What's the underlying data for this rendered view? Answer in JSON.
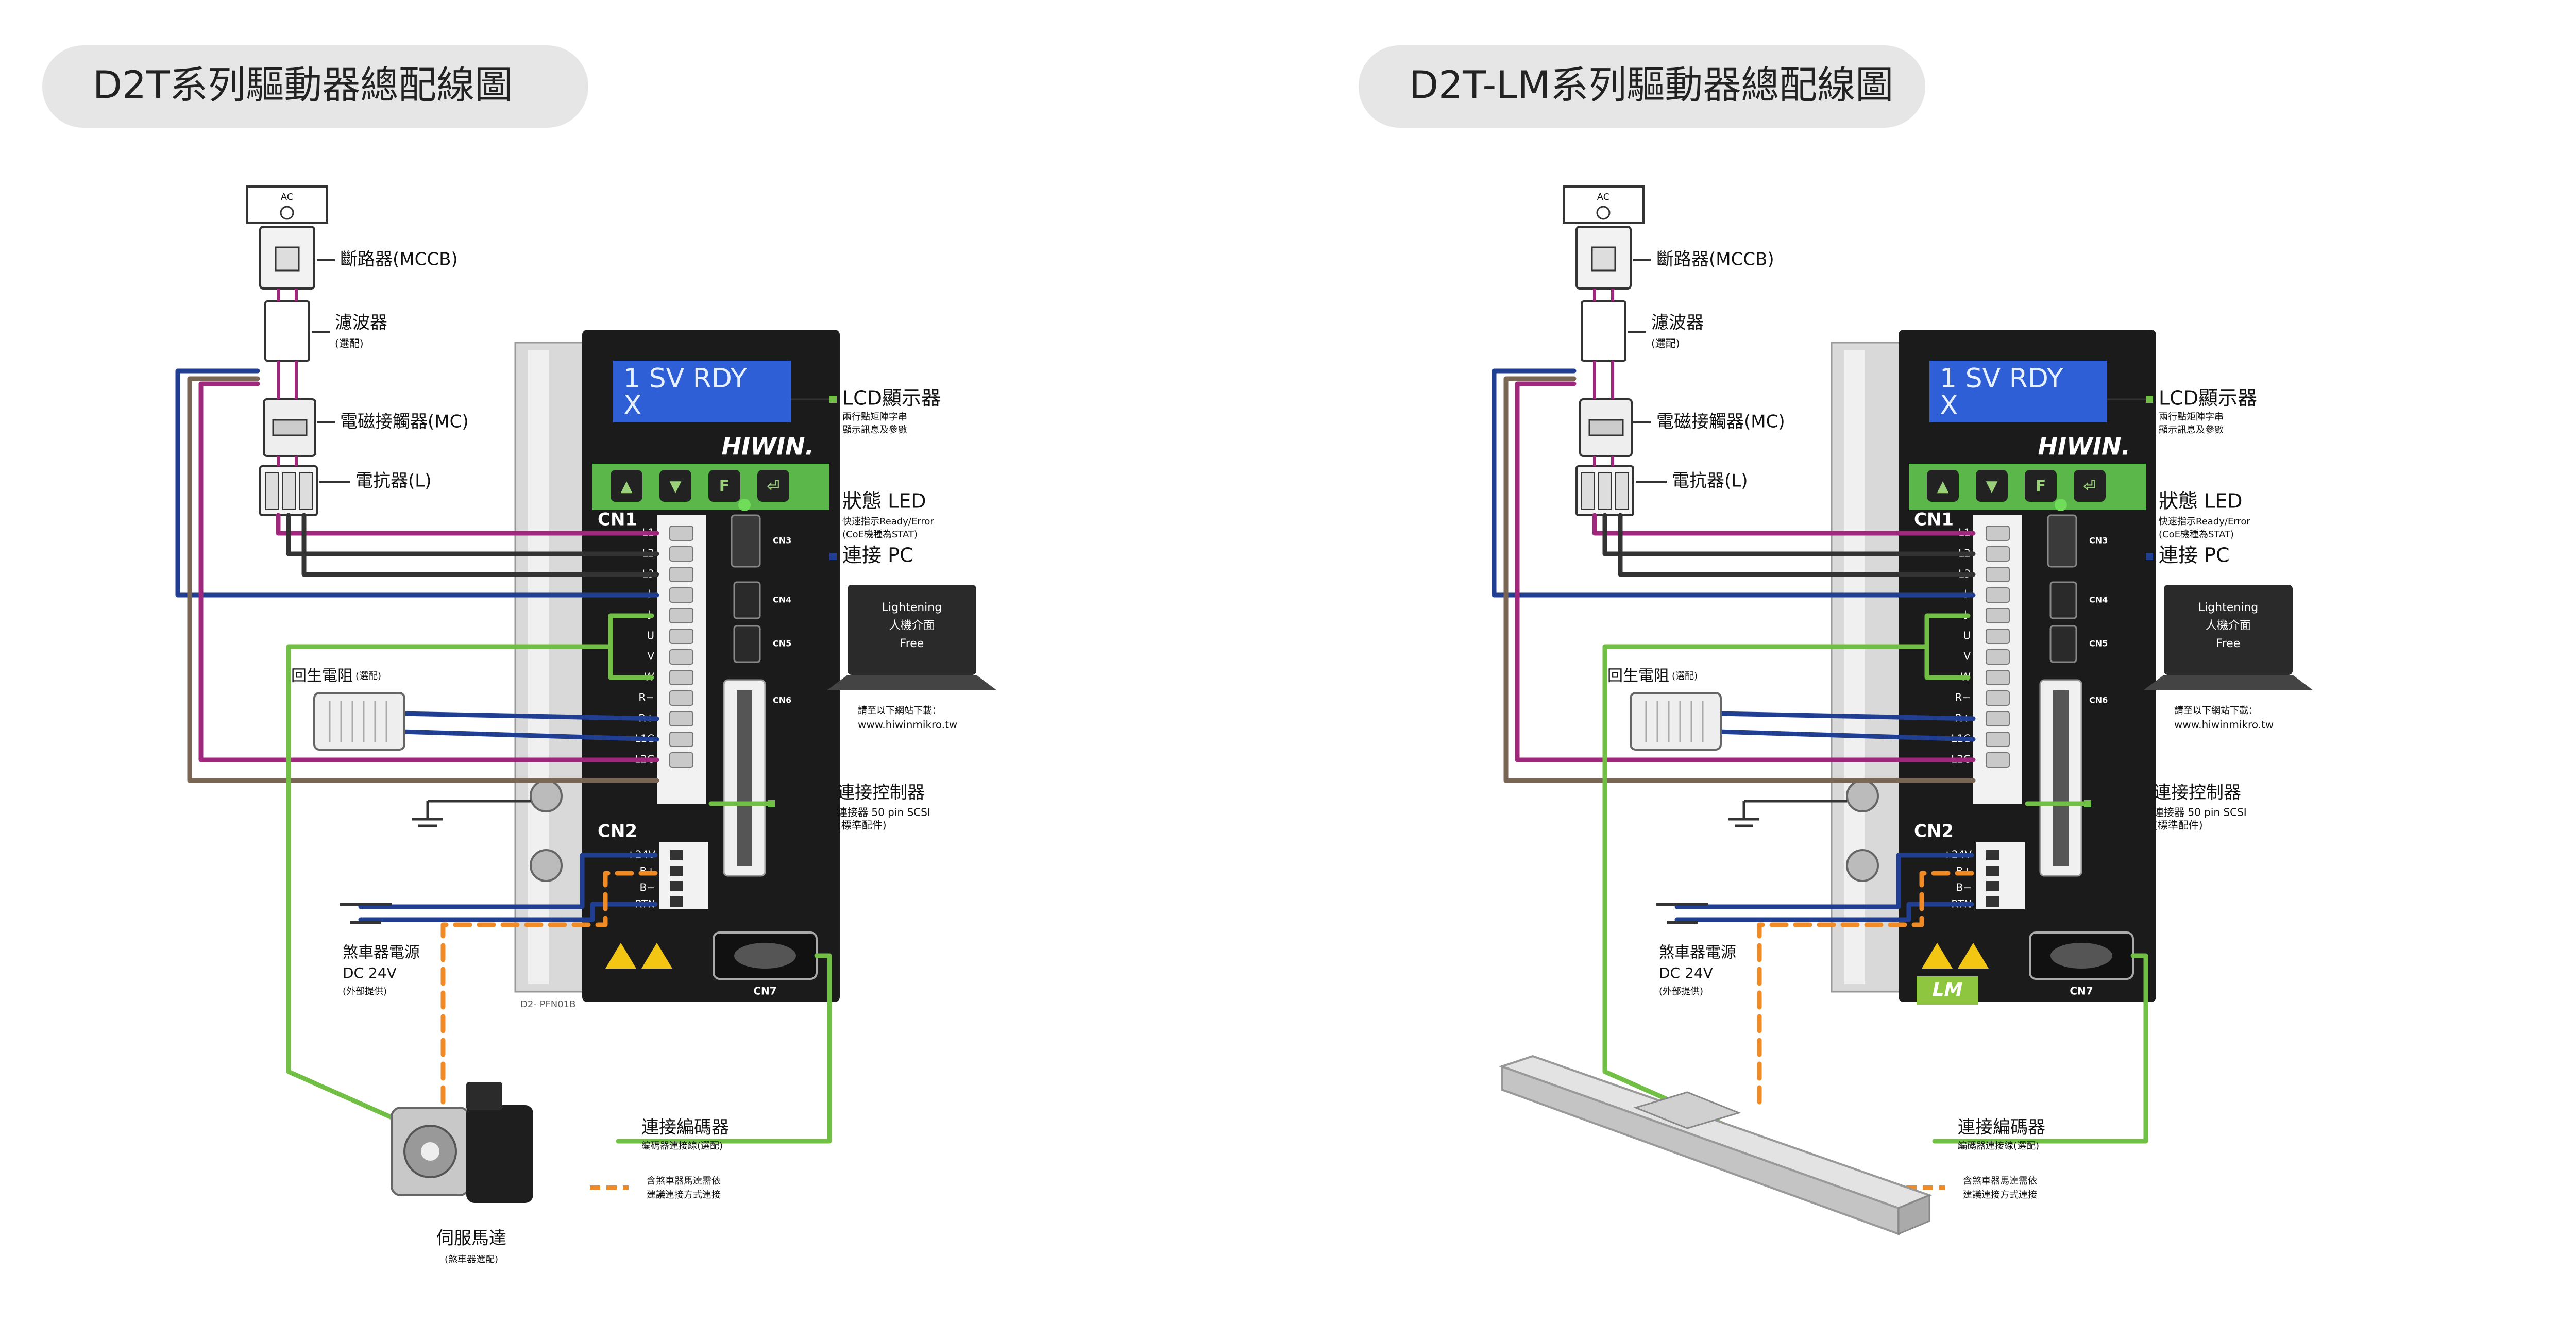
{
  "colors": {
    "magenta": "#a0287c",
    "brown": "#7a6654",
    "blue": "#213f92",
    "green": "#71bf44",
    "orange": "#f08a24",
    "dark": "#333333",
    "panel": "#e6e6e6",
    "drive": "#1b1b1b",
    "lcd": "#2f5fd7",
    "keypad": "#5bb74a"
  },
  "diagrams": [
    {
      "title": "D2T系列驅動器總配線圖",
      "ac_label": "AC",
      "mccb": "斷路器(MCCB)",
      "filter": "濾波器",
      "filter_note": "(選配)",
      "mc": "電磁接觸器(MC)",
      "reactor": "電抗器(L)",
      "lcd_line1": "1 SV RDY",
      "lcd_line2": "X",
      "brand": "HIWIN.",
      "keys": [
        "▲",
        "▼",
        "F",
        "⏎"
      ],
      "cn1": "CN1",
      "cn1_terms": [
        "L1",
        "L2",
        "L3",
        "⏚",
        "⏚",
        "U",
        "V",
        "W",
        "R−",
        "R+",
        "L1C",
        "L2C"
      ],
      "cn2": "CN2",
      "cn2_terms": [
        "+24V",
        "B+",
        "B−",
        "RTN"
      ],
      "side_conns": [
        "CN3",
        "CN4",
        "CN5",
        "CN6"
      ],
      "cn7": "CN7",
      "lcd_label": "LCD顯示器",
      "lcd_note1": "兩行點矩陣字串",
      "lcd_note2": "顯示訊息及參數",
      "status_label": "狀態 LED",
      "status_note1": "快速指示Ready/Error",
      "status_note2": "(CoE機種為STAT)",
      "pc_label": "連接 PC",
      "laptop_line1": "Lightening",
      "laptop_line2": "人機介面",
      "laptop_line3": "Free",
      "download1": "請至以下網站下載：",
      "download2": "www.hiwinmikro.tw",
      "resistor": "回生電阻",
      "resistor_note": "(選配)",
      "controller": "連接控制器",
      "controller_note1": "連接器 50 pin SCSI",
      "controller_note2": "(標準配件)",
      "brake_power": "煞車器電源",
      "brake_dc": "DC 24V",
      "brake_note": "(外部提供)",
      "encoder": "連接編碼器",
      "encoder_note": "編碼器連接線(選配)",
      "brake_legend1": "含煞車器馬達需依",
      "brake_legend2": "建議連接方式連接",
      "part_no": "D2-\nPFN01B",
      "motor": "伺服馬達",
      "motor_note": "(煞車器選配)"
    },
    {
      "title": "D2T-LM系列驅動器總配線圖",
      "ac_label": "AC",
      "mccb": "斷路器(MCCB)",
      "filter": "濾波器",
      "filter_note": "(選配)",
      "mc": "電磁接觸器(MC)",
      "reactor": "電抗器(L)",
      "lcd_line1": "1 SV RDY",
      "lcd_line2": "X",
      "brand": "HIWIN.",
      "keys": [
        "▲",
        "▼",
        "F",
        "⏎"
      ],
      "cn1": "CN1",
      "cn1_terms": [
        "L1",
        "L2",
        "L3",
        "⏚",
        "⏚",
        "U",
        "V",
        "W",
        "R−",
        "R+",
        "L1C",
        "L2C"
      ],
      "cn2": "CN2",
      "cn2_terms": [
        "+24V",
        "B+",
        "B−",
        "RTN"
      ],
      "side_conns": [
        "CN3",
        "CN4",
        "CN5",
        "CN6"
      ],
      "cn7": "CN7",
      "lm_badge": "LM",
      "lcd_label": "LCD顯示器",
      "lcd_note1": "兩行點矩陣字串",
      "lcd_note2": "顯示訊息及參數",
      "status_label": "狀態 LED",
      "status_note1": "快速指示Ready/Error",
      "status_note2": "(CoE機種為STAT)",
      "pc_label": "連接 PC",
      "laptop_line1": "Lightening",
      "laptop_line2": "人機介面",
      "laptop_line3": "Free",
      "download1": "請至以下網站下載：",
      "download2": "www.hiwinmikro.tw",
      "resistor": "回生電阻",
      "resistor_note": "(選配)",
      "controller": "連接控制器",
      "controller_note1": "連接器 50 pin SCSI",
      "controller_note2": "(標準配件)",
      "brake_power": "煞車器電源",
      "brake_dc": "DC 24V",
      "brake_note": "(外部提供)",
      "encoder": "連接編碼器",
      "encoder_note": "編碼器連接線(選配)",
      "brake_legend1": "含煞車器馬達需依",
      "brake_legend2": "建議連接方式連接"
    }
  ]
}
